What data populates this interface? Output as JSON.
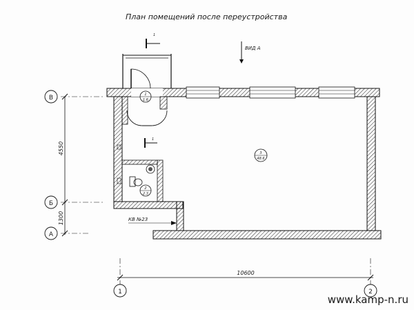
{
  "plan": {
    "title": "План помещений после переустройства",
    "view_label": "ВИД А",
    "apartment_label": "КВ №23",
    "section_mark": "1",
    "axes": {
      "v1": "В",
      "v2": "Б",
      "v3": "А",
      "h1": "1",
      "h2": "2"
    },
    "dimensions": {
      "top_span": "4550",
      "bottom_span": "1300",
      "horizontal": "10600"
    },
    "rooms": [
      {
        "number": "1",
        "area": "1.6"
      },
      {
        "number": "2",
        "area": "2.3"
      },
      {
        "number": "3",
        "area": "48.6"
      }
    ]
  },
  "watermark": "www.kamp-n.ru"
}
